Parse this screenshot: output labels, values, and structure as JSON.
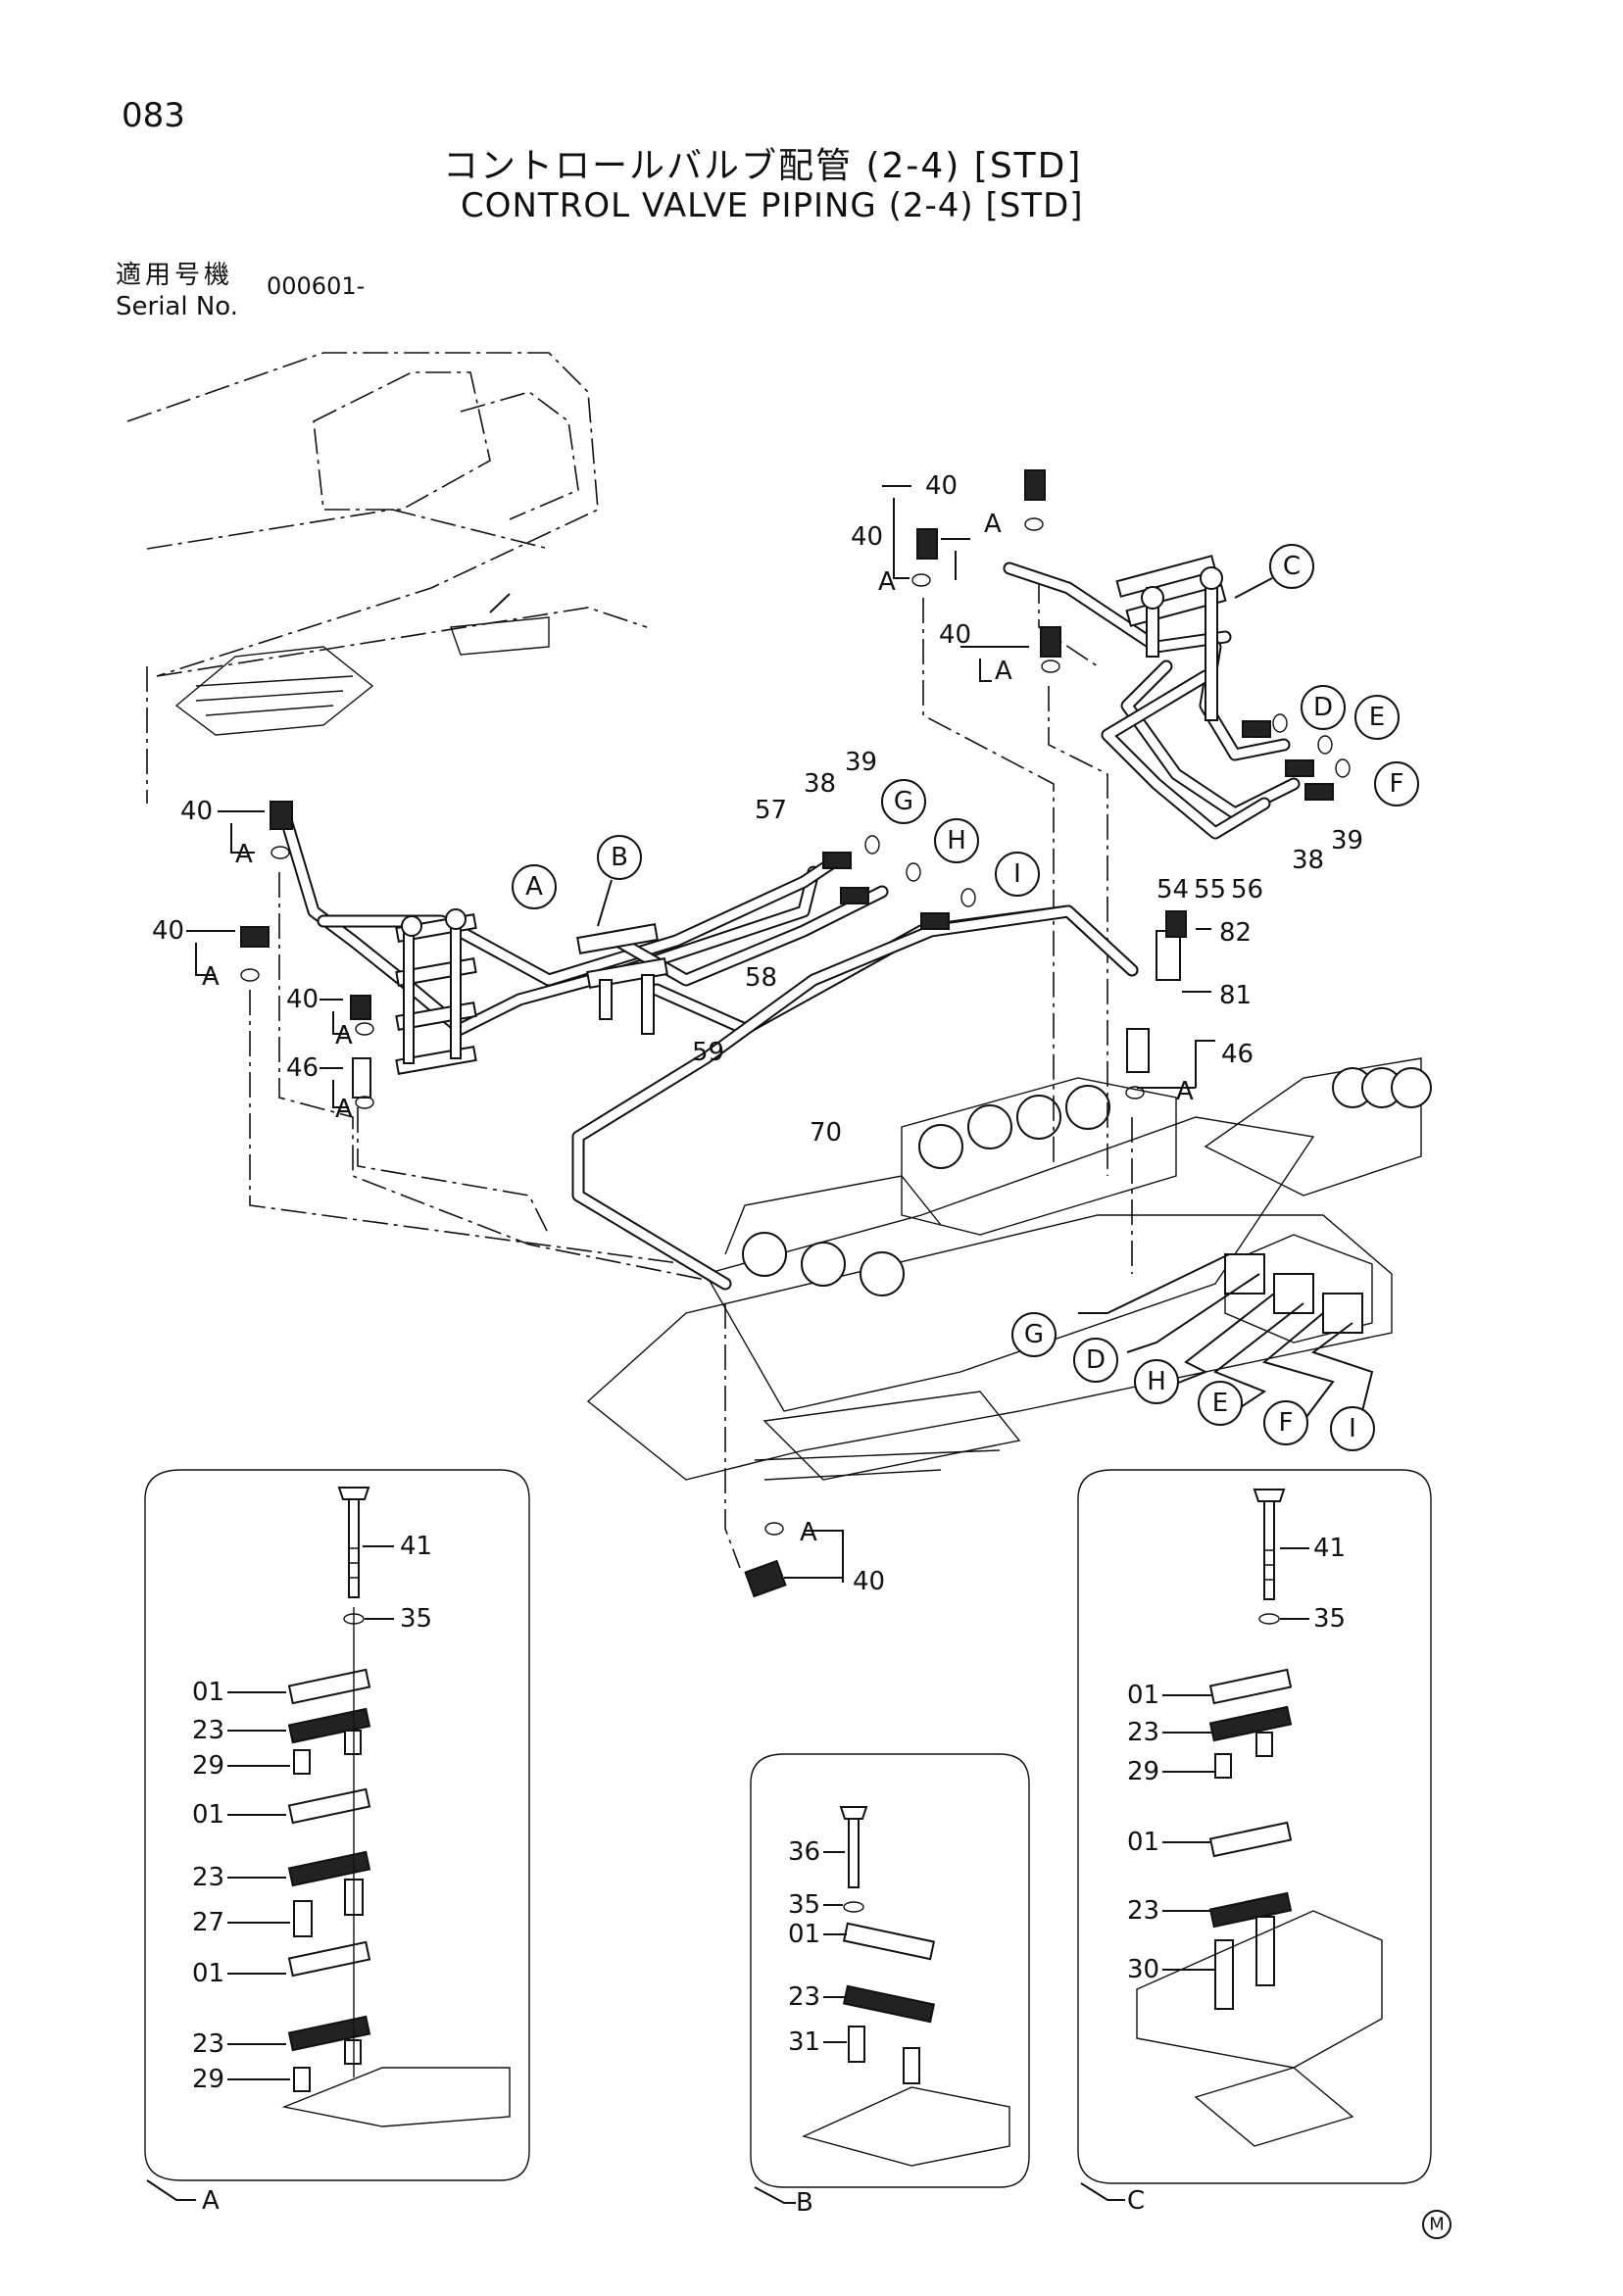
{
  "header": {
    "page_number": "083",
    "title_ja": "コントロールバルブ配管 (2-4) [STD]",
    "title_en": "CONTROL VALVE PIPING (2-4) [STD]",
    "serial_label_ja": "適用号機",
    "serial_label_en": "Serial No.",
    "serial_value": "000601-"
  },
  "callouts": [
    "A",
    "B",
    "C",
    "D",
    "E",
    "F",
    "G",
    "H",
    "I"
  ],
  "part_labels": {
    "p40": "40",
    "p46": "46",
    "p38": "38",
    "p39": "39",
    "p57": "57",
    "p58": "58",
    "p59": "59",
    "p70": "70",
    "p54": "54",
    "p55": "55",
    "p56": "56",
    "p81": "81",
    "p82": "82",
    "p41": "41",
    "p35": "35",
    "p36": "36",
    "p01": "01",
    "p23": "23",
    "p27": "27",
    "p29": "29",
    "p30": "30",
    "p31": "31"
  },
  "detail_views": {
    "a_label": "A",
    "b_label": "B",
    "c_label": "C"
  },
  "footer_mark": "M"
}
